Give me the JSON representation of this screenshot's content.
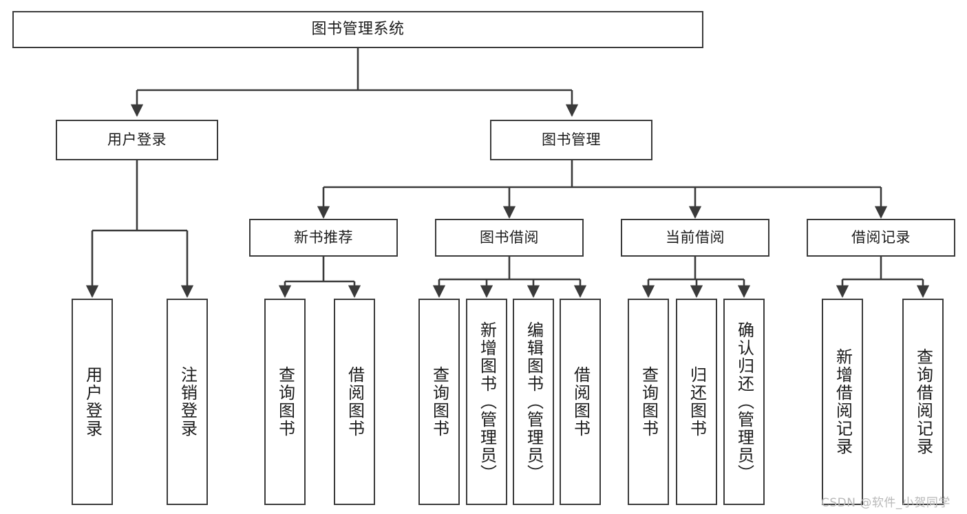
{
  "diagram": {
    "title": "图书管理系统",
    "type": "tree",
    "orientation": "top-down",
    "watermark": "CSDN @软件_小贺同学",
    "colors": {
      "background": "#ffffff",
      "node_border": "#3a3a3a",
      "node_fill": "#ffffff",
      "edge": "#3a3a3a",
      "text": "#1b1b1b",
      "watermark": "#b9b9b9"
    },
    "nodes": {
      "root": {
        "label": "图书管理系统"
      },
      "level2": [
        {
          "id": "user-login",
          "label": "用户登录"
        },
        {
          "id": "book-management",
          "label": "图书管理"
        }
      ],
      "level3": [
        {
          "id": "new-book-recommend",
          "label": "新书推荐"
        },
        {
          "id": "book-borrow",
          "label": "图书借阅"
        },
        {
          "id": "current-borrow",
          "label": "当前借阅"
        },
        {
          "id": "borrow-record",
          "label": "借阅记录"
        }
      ],
      "leaves": [
        {
          "id": "leaf-user-login",
          "label": "用户登录",
          "parent": "user-login"
        },
        {
          "id": "leaf-logout-login",
          "label": "注销登录",
          "parent": "user-login"
        },
        {
          "id": "leaf-query-book-1",
          "label": "查询图书",
          "parent": "new-book-recommend"
        },
        {
          "id": "leaf-borrow-book-1",
          "label": "借阅图书",
          "parent": "new-book-recommend"
        },
        {
          "id": "leaf-query-book-2",
          "label": "查询图书",
          "parent": "book-borrow"
        },
        {
          "id": "leaf-add-book",
          "label": "新增图书（管理员）",
          "parent": "book-borrow"
        },
        {
          "id": "leaf-edit-book",
          "label": "编辑图书（管理员）",
          "parent": "book-borrow"
        },
        {
          "id": "leaf-borrow-book-2",
          "label": "借阅图书",
          "parent": "book-borrow"
        },
        {
          "id": "leaf-query-book-3",
          "label": "查询图书",
          "parent": "current-borrow"
        },
        {
          "id": "leaf-return-book",
          "label": "归还图书",
          "parent": "current-borrow"
        },
        {
          "id": "leaf-confirm-return",
          "label": "确认归还（管理员）",
          "parent": "current-borrow"
        },
        {
          "id": "leaf-add-record",
          "label": "新增借阅记录",
          "parent": "borrow-record"
        },
        {
          "id": "leaf-query-record",
          "label": "查询借阅记录",
          "parent": "borrow-record"
        }
      ]
    }
  }
}
